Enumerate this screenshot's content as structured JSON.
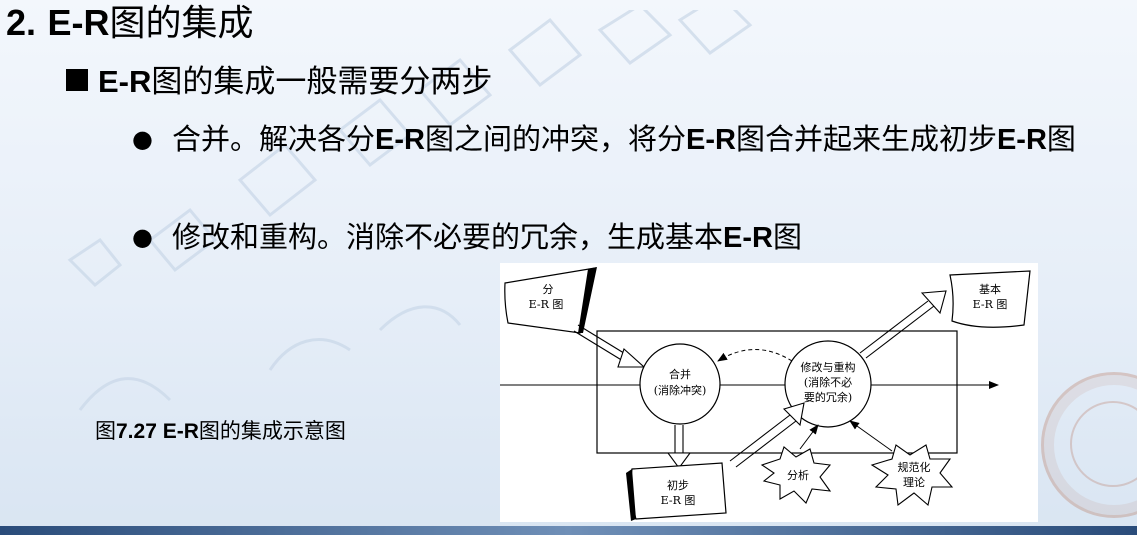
{
  "slide": {
    "title_num": "2.",
    "title_er": "E-R",
    "title_rest": "图的集成",
    "bullet1_er": "E-R",
    "bullet1_rest": "图的集成一般需要分两步",
    "sub1_part1": "合并。解决各分",
    "sub1_er1": "E-R",
    "sub1_part2": "图之间的冲突，将分",
    "sub1_er2": "E-R",
    "sub1_part3": "图合并起来生成初步",
    "sub1_er3": "E-R",
    "sub1_part4": "图",
    "sub2_part1": "修改和重构。消除不必要的冗余，生成基本",
    "sub2_er": "E-R",
    "sub2_part2": "图",
    "caption_prefix": "图",
    "caption_bold": "7.27  E-R",
    "caption_suffix": "图的集成示意图"
  },
  "figure": {
    "input_doc": [
      "分",
      "E-R 图"
    ],
    "merge_node": [
      "合并",
      "(消除冲突)"
    ],
    "refactor_node": [
      "修改与重构",
      "(消除不必",
      "要的冗余)"
    ],
    "output_doc": [
      "基本",
      "E-R 图"
    ],
    "initial_doc": [
      "初步",
      "E-R 图"
    ],
    "analysis_label": "分析",
    "theory_label": [
      "规范化",
      "理论"
    ]
  },
  "colors": {
    "bottom_bar": "#2a4c7a",
    "seal": "#b06042"
  }
}
